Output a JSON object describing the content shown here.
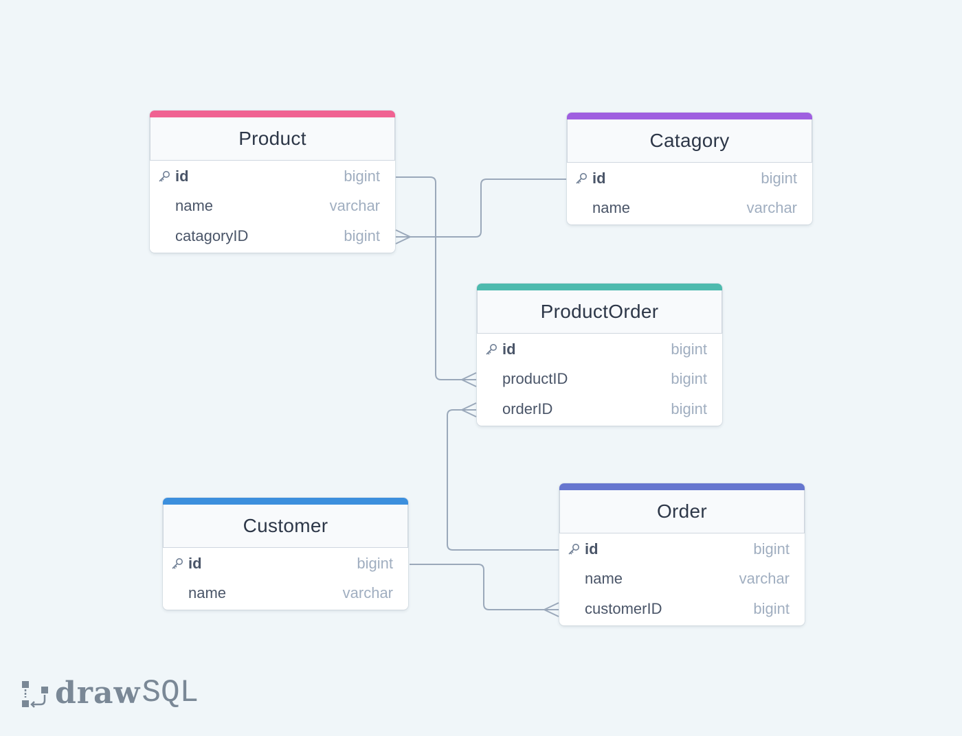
{
  "tables": [
    {
      "id": "product",
      "name": "Product",
      "color": "#f06292",
      "columns": [
        {
          "name": "id",
          "type": "bigint",
          "primary": true
        },
        {
          "name": "name",
          "type": "varchar",
          "primary": false
        },
        {
          "name": "catagoryID",
          "type": "bigint",
          "primary": false
        }
      ]
    },
    {
      "id": "catagory",
      "name": "Catagory",
      "color": "#9f5fe0",
      "columns": [
        {
          "name": "id",
          "type": "bigint",
          "primary": true
        },
        {
          "name": "name",
          "type": "varchar",
          "primary": false
        }
      ]
    },
    {
      "id": "productorder",
      "name": "ProductOrder",
      "color": "#4dbaae",
      "columns": [
        {
          "name": "id",
          "type": "bigint",
          "primary": true
        },
        {
          "name": "productID",
          "type": "bigint",
          "primary": false
        },
        {
          "name": "orderID",
          "type": "bigint",
          "primary": false
        }
      ]
    },
    {
      "id": "customer",
      "name": "Customer",
      "color": "#3c8fdd",
      "columns": [
        {
          "name": "id",
          "type": "bigint",
          "primary": true
        },
        {
          "name": "name",
          "type": "varchar",
          "primary": false
        }
      ]
    },
    {
      "id": "order",
      "name": "Order",
      "color": "#6676cf",
      "columns": [
        {
          "name": "id",
          "type": "bigint",
          "primary": true
        },
        {
          "name": "name",
          "type": "varchar",
          "primary": false
        },
        {
          "name": "customerID",
          "type": "bigint",
          "primary": false
        }
      ]
    }
  ],
  "relations": [
    {
      "from": "product.id",
      "to": "productorder.productID",
      "cardinality": "one-to-many"
    },
    {
      "from": "catagory.id",
      "to": "product.catagoryID",
      "cardinality": "one-to-many"
    },
    {
      "from": "order.id",
      "to": "productorder.orderID",
      "cardinality": "one-to-many"
    },
    {
      "from": "customer.id",
      "to": "order.customerID",
      "cardinality": "one-to-many"
    }
  ],
  "colors": {
    "background": "#f0f6f9",
    "connector": "#9aa8ba"
  },
  "logo": {
    "draw": "draw",
    "sql": "SQL",
    "icon": "drawsql-logo-icon"
  }
}
